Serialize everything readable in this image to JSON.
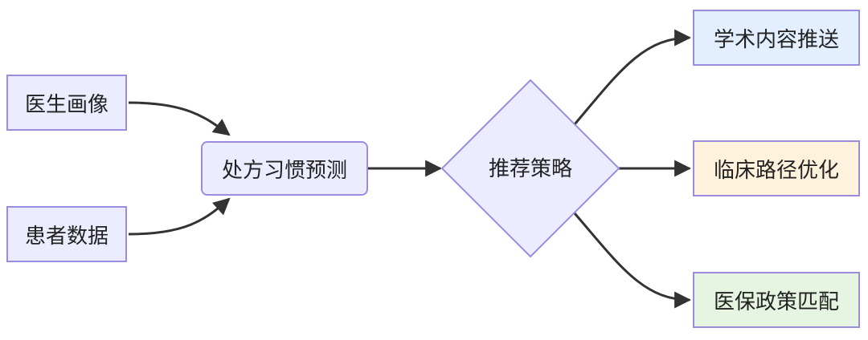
{
  "nodes": {
    "doctor_profile": "医生画像",
    "patient_data": "患者数据",
    "prescription_prediction": "处方习惯预测",
    "strategy": "推荐策略",
    "academic_push": "学术内容推送",
    "clinical_path": "临床路径优化",
    "insurance_match": "医保政策匹配"
  },
  "colors": {
    "node_border": "#9b8ce0",
    "input_fill": "#ececff",
    "academic_fill": "#e3efff",
    "clinical_fill": "#fff2dc",
    "insurance_fill": "#e6f5e1",
    "edge": "#333333"
  },
  "edges": [
    {
      "from": "doctor_profile",
      "to": "prescription_prediction"
    },
    {
      "from": "patient_data",
      "to": "prescription_prediction"
    },
    {
      "from": "prescription_prediction",
      "to": "strategy"
    },
    {
      "from": "strategy",
      "to": "academic_push"
    },
    {
      "from": "strategy",
      "to": "clinical_path"
    },
    {
      "from": "strategy",
      "to": "insurance_match"
    }
  ]
}
